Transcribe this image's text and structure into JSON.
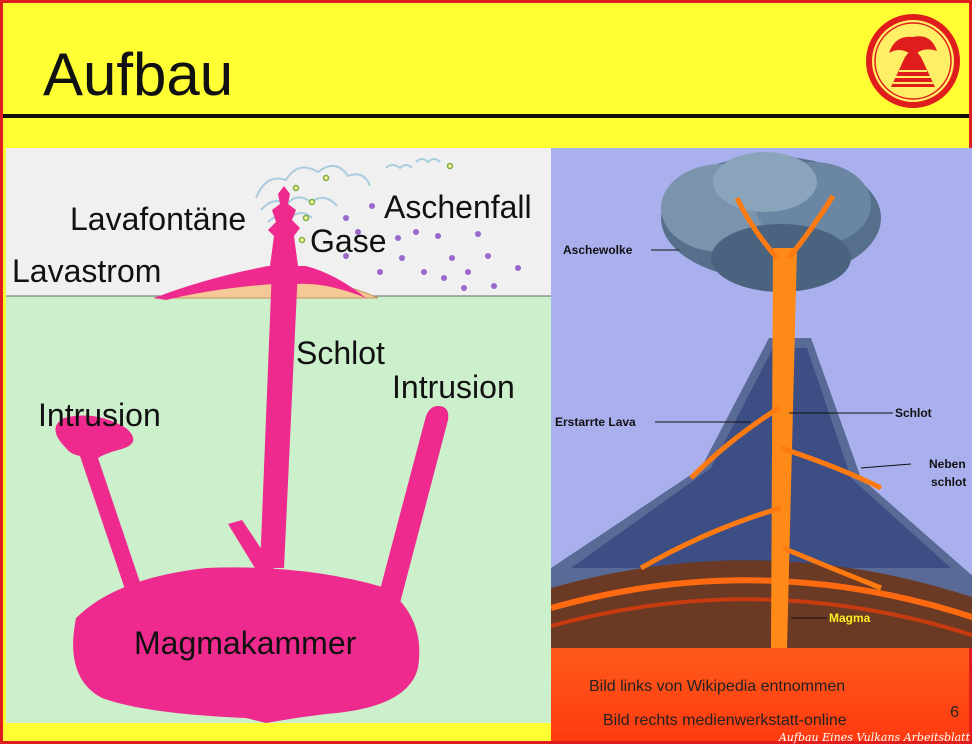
{
  "slide": {
    "title": "Aufbau",
    "page_number": "6",
    "footer": "Aufbau Eines Vulkans Arbeitsblatt"
  },
  "left_diagram": {
    "labels": {
      "lavafontaene": "Lavafontäne",
      "gase": "Gase",
      "aschenfall": "Aschenfall",
      "lavastrom": "Lavastrom",
      "schlot": "Schlot",
      "intrusion_right": "Intrusion",
      "intrusion_left": "Intrusion",
      "magmakammer": "Magmakammer"
    },
    "colors": {
      "magma": "#ee2a8e",
      "ground": "#ccf0cc",
      "sky": "#f0f0f0",
      "gas_dot": "#9966cc"
    }
  },
  "right_diagram": {
    "labels": {
      "aschewolke": "Aschewolke",
      "erstarrte_lava": "Erstarrte Lava",
      "schlot": "Schlot",
      "nebenschlot_1": "Neben",
      "nebenschlot_2": "schlot",
      "magma": "Magma"
    },
    "colors": {
      "background": "#aab0ee",
      "lava": "#ff7a10",
      "magma_label": "#ffee22"
    }
  },
  "credits": {
    "left_image": "Bild links von Wikipedia entnommen",
    "right_image": "Bild rechts medienwerkstatt-online"
  },
  "theme": {
    "accent_yellow": "#ffff33",
    "border_red": "#e01d1d"
  }
}
